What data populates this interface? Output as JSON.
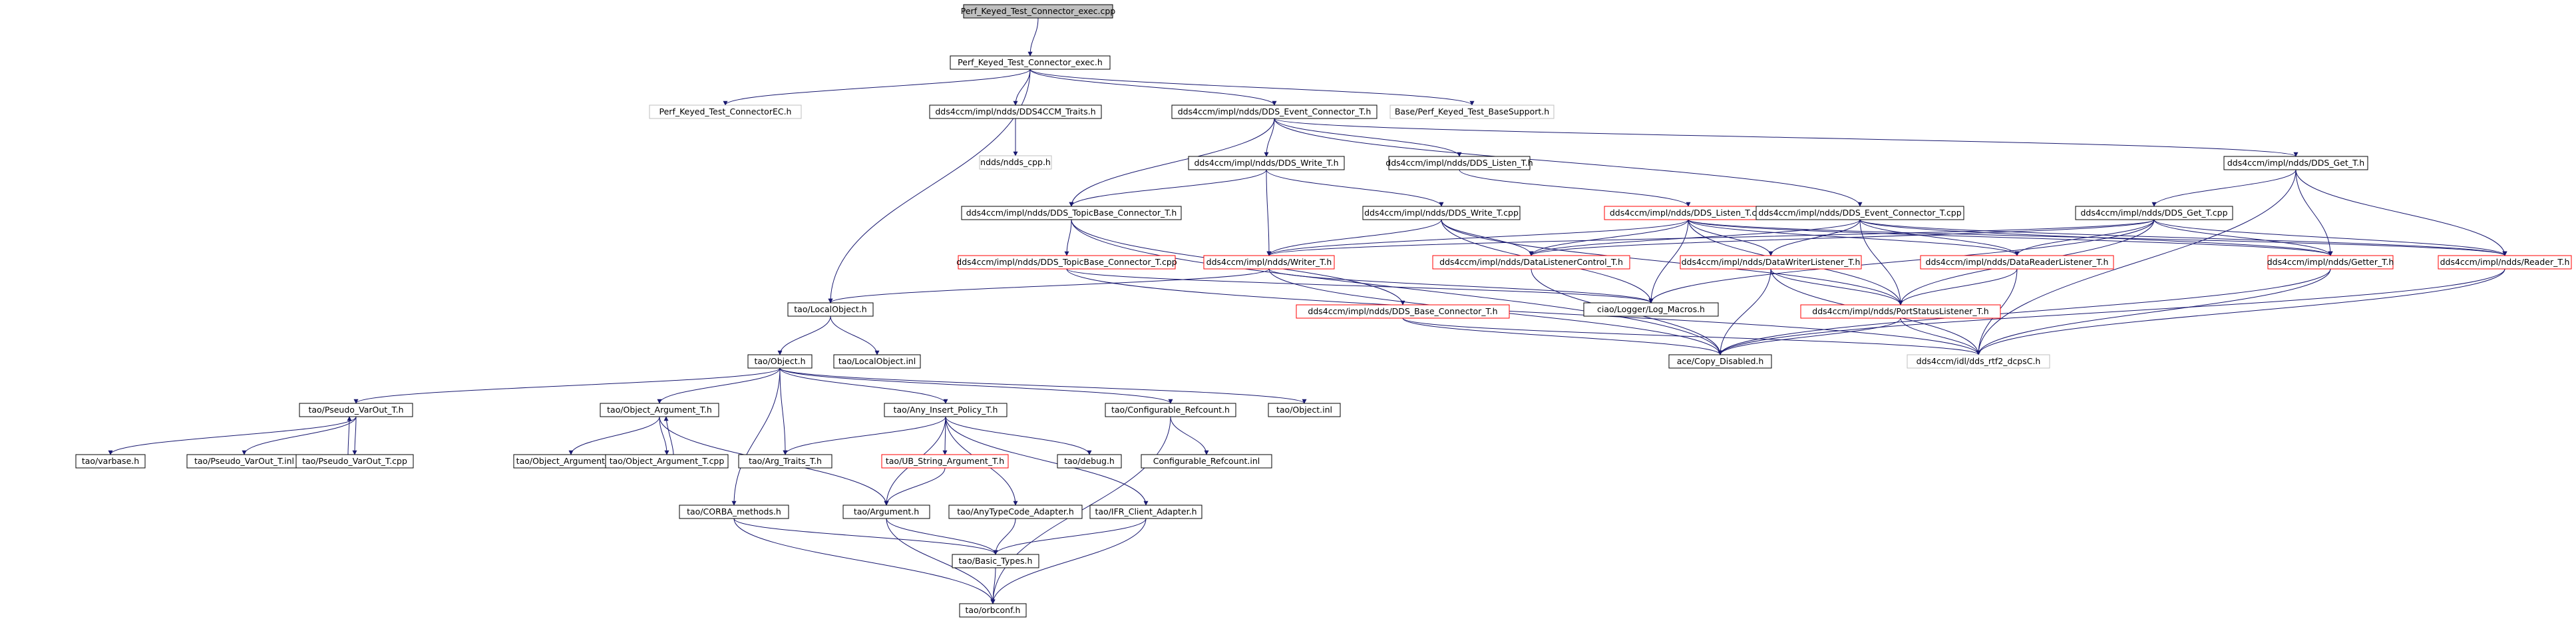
{
  "nodes": {
    "n0": {
      "label": "Perf_Keyed_Test_Connector_exec.cpp",
      "style": "root"
    },
    "n1": {
      "label": "Perf_Keyed_Test_Connector_exec.h",
      "style": "normal"
    },
    "n2": {
      "label": "Perf_Keyed_Test_ConnectorEC.h",
      "style": "external"
    },
    "n3": {
      "label": "dds4ccm/impl/ndds/DDS4CCM_Traits.h",
      "style": "normal"
    },
    "n4": {
      "label": "dds4ccm/impl/ndds/DDS_Event_Connector_T.h",
      "style": "normal"
    },
    "n5": {
      "label": "Base/Perf_Keyed_Test_BaseSupport.h",
      "style": "external"
    },
    "n6": {
      "label": "ndds/ndds_cpp.h",
      "style": "external"
    },
    "n7": {
      "label": "dds4ccm/impl/ndds/DDS_Write_T.h",
      "style": "normal"
    },
    "n8": {
      "label": "dds4ccm/impl/ndds/DDS_Listen_T.h",
      "style": "normal"
    },
    "n9": {
      "label": "dds4ccm/impl/ndds/DDS_Get_T.h",
      "style": "normal"
    },
    "n10": {
      "label": "dds4ccm/impl/ndds/DDS_TopicBase_Connector_T.h",
      "style": "normal"
    },
    "n11": {
      "label": "dds4ccm/impl/ndds/DDS_Write_T.cpp",
      "style": "normal"
    },
    "n12": {
      "label": "dds4ccm/impl/ndds/DDS_Listen_T.cpp",
      "style": "red"
    },
    "n13": {
      "label": "dds4ccm/impl/ndds/DDS_Event_Connector_T.cpp",
      "style": "normal"
    },
    "n14": {
      "label": "dds4ccm/impl/ndds/DDS_Get_T.cpp",
      "style": "normal"
    },
    "n15": {
      "label": "dds4ccm/impl/ndds/DDS_TopicBase_Connector_T.cpp",
      "style": "red"
    },
    "n16": {
      "label": "dds4ccm/impl/ndds/Writer_T.h",
      "style": "red"
    },
    "n17": {
      "label": "dds4ccm/impl/ndds/DataListenerControl_T.h",
      "style": "red"
    },
    "n18": {
      "label": "dds4ccm/impl/ndds/DataWriterListener_T.h",
      "style": "red"
    },
    "n19": {
      "label": "dds4ccm/impl/ndds/DataReaderListener_T.h",
      "style": "red"
    },
    "n20": {
      "label": "dds4ccm/impl/ndds/Getter_T.h",
      "style": "red"
    },
    "n21": {
      "label": "dds4ccm/impl/ndds/Reader_T.h",
      "style": "red"
    },
    "n22": {
      "label": "tao/LocalObject.h",
      "style": "normal"
    },
    "n23": {
      "label": "dds4ccm/impl/ndds/DDS_Base_Connector_T.h",
      "style": "red"
    },
    "n24": {
      "label": "ciao/Logger/Log_Macros.h",
      "style": "normal"
    },
    "n25": {
      "label": "dds4ccm/impl/ndds/PortStatusListener_T.h",
      "style": "red"
    },
    "n26": {
      "label": "tao/Object.h",
      "style": "normal"
    },
    "n27": {
      "label": "tao/LocalObject.inl",
      "style": "normal"
    },
    "n28": {
      "label": "ace/Copy_Disabled.h",
      "style": "normal"
    },
    "n29": {
      "label": "dds4ccm/idl/dds_rtf2_dcpsC.h",
      "style": "external"
    },
    "n30": {
      "label": "tao/Pseudo_VarOut_T.h",
      "style": "normal"
    },
    "n31": {
      "label": "tao/Object_Argument_T.h",
      "style": "normal"
    },
    "n32": {
      "label": "tao/Any_Insert_Policy_T.h",
      "style": "normal"
    },
    "n33": {
      "label": "tao/Configurable_Refcount.h",
      "style": "normal"
    },
    "n34": {
      "label": "tao/Object.inl",
      "style": "normal"
    },
    "n35": {
      "label": "tao/varbase.h",
      "style": "normal"
    },
    "n36": {
      "label": "tao/Pseudo_VarOut_T.inl",
      "style": "normal"
    },
    "n37": {
      "label": "tao/Pseudo_VarOut_T.cpp",
      "style": "normal"
    },
    "n38": {
      "label": "tao/Object_Argument_T.inl",
      "style": "normal"
    },
    "n39": {
      "label": "tao/Object_Argument_T.cpp",
      "style": "normal"
    },
    "n40": {
      "label": "tao/Arg_Traits_T.h",
      "style": "normal"
    },
    "n41": {
      "label": "tao/UB_String_Argument_T.h",
      "style": "red"
    },
    "n42": {
      "label": "tao/debug.h",
      "style": "normal"
    },
    "n43": {
      "label": "Configurable_Refcount.inl",
      "style": "normal"
    },
    "n44": {
      "label": "tao/CORBA_methods.h",
      "style": "normal"
    },
    "n45": {
      "label": "tao/Argument.h",
      "style": "normal"
    },
    "n46": {
      "label": "tao/AnyTypeCode_Adapter.h",
      "style": "normal"
    },
    "n47": {
      "label": "tao/IFR_Client_Adapter.h",
      "style": "normal"
    },
    "n48": {
      "label": "tao/Basic_Types.h",
      "style": "normal"
    },
    "n49": {
      "label": "tao/orbconf.h",
      "style": "normal"
    }
  },
  "edges": [
    [
      "n0",
      "n1"
    ],
    [
      "n1",
      "n2"
    ],
    [
      "n1",
      "n3"
    ],
    [
      "n1",
      "n4"
    ],
    [
      "n1",
      "n5"
    ],
    [
      "n1",
      "n22"
    ],
    [
      "n3",
      "n6"
    ],
    [
      "n4",
      "n7"
    ],
    [
      "n4",
      "n8"
    ],
    [
      "n4",
      "n9"
    ],
    [
      "n4",
      "n10"
    ],
    [
      "n4",
      "n13"
    ],
    [
      "n7",
      "n10"
    ],
    [
      "n7",
      "n11"
    ],
    [
      "n7",
      "n16"
    ],
    [
      "n8",
      "n12"
    ],
    [
      "n9",
      "n14"
    ],
    [
      "n9",
      "n20"
    ],
    [
      "n9",
      "n21"
    ],
    [
      "n9",
      "n29"
    ],
    [
      "n10",
      "n15"
    ],
    [
      "n10",
      "n23"
    ],
    [
      "n10",
      "n28"
    ],
    [
      "n11",
      "n16"
    ],
    [
      "n11",
      "n17"
    ],
    [
      "n11",
      "n24"
    ],
    [
      "n11",
      "n25"
    ],
    [
      "n12",
      "n16"
    ],
    [
      "n12",
      "n17"
    ],
    [
      "n12",
      "n18"
    ],
    [
      "n12",
      "n19"
    ],
    [
      "n12",
      "n20"
    ],
    [
      "n12",
      "n21"
    ],
    [
      "n12",
      "n24"
    ],
    [
      "n12",
      "n25"
    ],
    [
      "n13",
      "n17"
    ],
    [
      "n13",
      "n18"
    ],
    [
      "n13",
      "n19"
    ],
    [
      "n13",
      "n20"
    ],
    [
      "n13",
      "n21"
    ],
    [
      "n13",
      "n25"
    ],
    [
      "n14",
      "n16"
    ],
    [
      "n14",
      "n17"
    ],
    [
      "n14",
      "n19"
    ],
    [
      "n14",
      "n20"
    ],
    [
      "n14",
      "n21"
    ],
    [
      "n14",
      "n24"
    ],
    [
      "n14",
      "n25"
    ],
    [
      "n15",
      "n24"
    ],
    [
      "n15",
      "n29"
    ],
    [
      "n16",
      "n22"
    ],
    [
      "n16",
      "n28"
    ],
    [
      "n16",
      "n24"
    ],
    [
      "n17",
      "n28"
    ],
    [
      "n18",
      "n28"
    ],
    [
      "n18",
      "n29"
    ],
    [
      "n18",
      "n25"
    ],
    [
      "n19",
      "n25"
    ],
    [
      "n19",
      "n29"
    ],
    [
      "n20",
      "n28"
    ],
    [
      "n20",
      "n29"
    ],
    [
      "n21",
      "n28"
    ],
    [
      "n21",
      "n29"
    ],
    [
      "n23",
      "n28"
    ],
    [
      "n23",
      "n29"
    ],
    [
      "n25",
      "n28"
    ],
    [
      "n25",
      "n29"
    ],
    [
      "n22",
      "n26"
    ],
    [
      "n22",
      "n27"
    ],
    [
      "n26",
      "n30"
    ],
    [
      "n26",
      "n31"
    ],
    [
      "n26",
      "n32"
    ],
    [
      "n26",
      "n33"
    ],
    [
      "n26",
      "n34"
    ],
    [
      "n26",
      "n40"
    ],
    [
      "n26",
      "n44"
    ],
    [
      "n30",
      "n35"
    ],
    [
      "n30",
      "n36"
    ],
    [
      "n30",
      "n37"
    ],
    [
      "n37",
      "n30"
    ],
    [
      "n31",
      "n38"
    ],
    [
      "n31",
      "n39"
    ],
    [
      "n39",
      "n31"
    ],
    [
      "n31",
      "n45"
    ],
    [
      "n32",
      "n40"
    ],
    [
      "n32",
      "n41"
    ],
    [
      "n32",
      "n42"
    ],
    [
      "n32",
      "n45"
    ],
    [
      "n32",
      "n46"
    ],
    [
      "n32",
      "n47"
    ],
    [
      "n41",
      "n45"
    ],
    [
      "n33",
      "n43"
    ],
    [
      "n33",
      "n49"
    ],
    [
      "n44",
      "n48"
    ],
    [
      "n44",
      "n49"
    ],
    [
      "n45",
      "n48"
    ],
    [
      "n45",
      "n49"
    ],
    [
      "n46",
      "n48"
    ],
    [
      "n47",
      "n48"
    ],
    [
      "n47",
      "n49"
    ],
    [
      "n48",
      "n49"
    ]
  ],
  "colors": {
    "edge": "#191970",
    "node_border": "#000000",
    "node_border_red": "#ff0000",
    "node_border_external": "#bfbfbf",
    "root_fill": "#bfbfbf",
    "node_fill": "#ffffff"
  }
}
